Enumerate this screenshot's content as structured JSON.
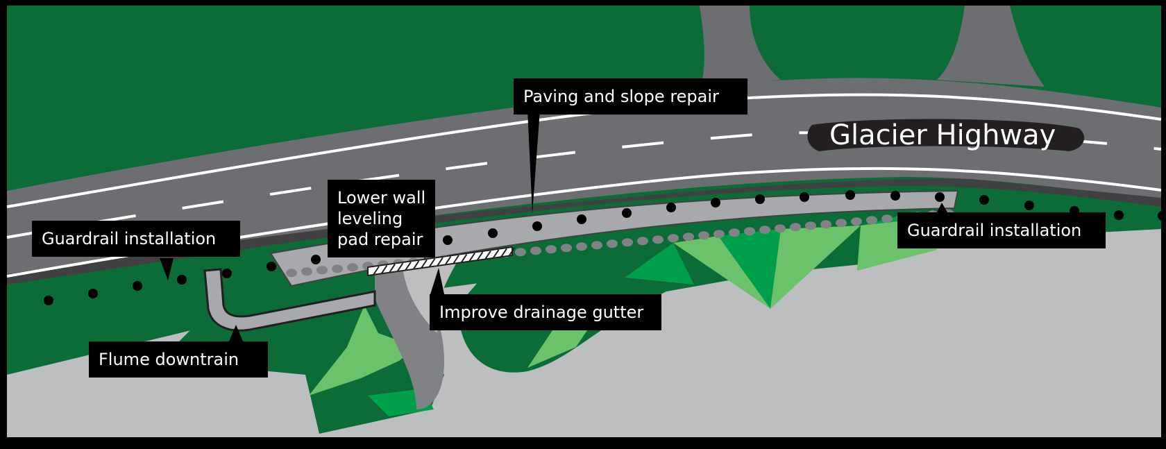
{
  "title": "Glacier Highway",
  "colors": {
    "frame": "#000000",
    "forest": "#0b6c38",
    "forest_dark": "#0a5a2e",
    "grass_mid": "#00a04a",
    "grass_light": "#6cc26a",
    "ground": "#bdbec0",
    "road": "#6d6e71",
    "road_shoulder": "#414143",
    "lane_marking": "#ffffff",
    "rock": "#a7a9ac",
    "rock_dark": "#808285",
    "guardrail_post": "#000000",
    "callout_bg": "#000000",
    "callout_text": "#ffffff"
  },
  "road_label": "Glacier Highway",
  "callouts": [
    {
      "id": "guardrail-left",
      "lines": [
        "Guardrail installation"
      ]
    },
    {
      "id": "lower-wall",
      "lines": [
        "Lower wall",
        "leveling",
        "pad repair"
      ]
    },
    {
      "id": "paving",
      "lines": [
        "Paving and slope repair"
      ]
    },
    {
      "id": "guardrail-right",
      "lines": [
        "Guardrail installation"
      ]
    },
    {
      "id": "flume",
      "lines": [
        "Flume downtrain"
      ]
    },
    {
      "id": "drainage",
      "lines": [
        "Improve drainage gutter"
      ]
    }
  ],
  "legend_items": []
}
